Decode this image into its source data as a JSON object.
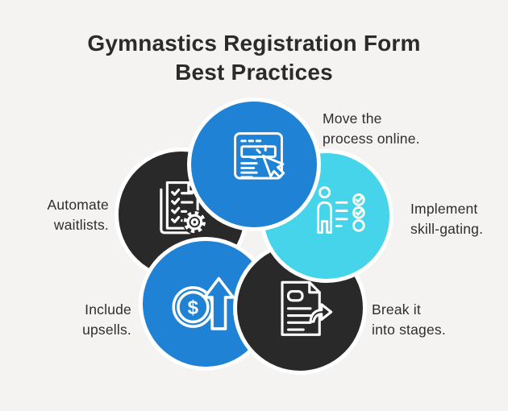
{
  "title": "Gymnastics Registration Form\nBest Practices",
  "colors": {
    "background": "#F4F3F1",
    "blue": "#1F82D4",
    "cyan": "#45D4E9",
    "dark": "#2A292A",
    "circle_border": "#FFFFFF",
    "title_text": "#2B2B2B",
    "label_text": "#2E2E2E",
    "icon_stroke": "#FFFFFF"
  },
  "diagram": {
    "items": [
      {
        "id": "move-online",
        "label": "Move the\nprocess online.",
        "icon": "browser-click-icon",
        "circle_color": "#1F82D4"
      },
      {
        "id": "skill-gating",
        "label": "Implement\nskill-gating.",
        "icon": "person-checklist-icon",
        "circle_color": "#45D4E9"
      },
      {
        "id": "break-stages",
        "label": "Break it\ninto stages.",
        "icon": "document-forward-icon",
        "circle_color": "#2A292A"
      },
      {
        "id": "include-upsells",
        "label": "Include\nupsells.",
        "icon": "coin-up-arrow-icon",
        "circle_color": "#1F82D4"
      },
      {
        "id": "automate-waitlists",
        "label": "Automate\nwaitlists.",
        "icon": "checklist-gear-icon",
        "circle_color": "#2A292A"
      }
    ],
    "dollar_sign": "$"
  }
}
